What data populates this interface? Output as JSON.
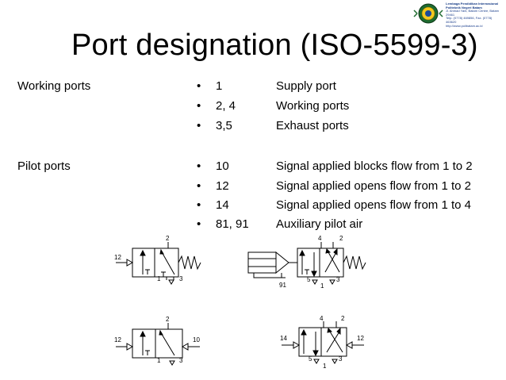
{
  "title": "Port designation (ISO-5599-3)",
  "header": {
    "org_lines": [
      "Lembaga Pendidikan Internasional",
      "Politeknik Negeri Batam",
      "Jl. Ahmad Yani, Batam Centre, Batam 29461",
      "Telp. (0778) 469856, Fax. (0778) 463620",
      "http://www.polibatam.ac.id"
    ],
    "logo_icon": "institution-emblem-icon"
  },
  "sections": [
    {
      "label": "Working ports",
      "items": [
        {
          "code": "1",
          "description": "Supply port"
        },
        {
          "code": "2, 4",
          "description": "Working ports"
        },
        {
          "code": "3,5",
          "description": "Exhaust ports"
        }
      ]
    },
    {
      "label": "Pilot ports",
      "items": [
        {
          "code": "10",
          "description": "Signal applied blocks flow from 1 to 2"
        },
        {
          "code": "12",
          "description": "Signal applied opens flow from 1 to 2"
        },
        {
          "code": "14",
          "description": "Signal applied opens flow from 1 to 4"
        },
        {
          "code": "81, 91",
          "description": "Auxiliary pilot air"
        }
      ]
    }
  ],
  "bullet": "•",
  "diagram_labels": {
    "valve_a": {
      "p12": "12",
      "p2": "2",
      "p1": "1",
      "p3": "3"
    },
    "valve_b": {
      "p4": "4",
      "p2": "2",
      "p5": "5",
      "p1": "1",
      "p3": "3",
      "p91": "91"
    },
    "valve_c": {
      "p12": "12",
      "p10": "10",
      "p2": "2",
      "p1": "1",
      "p3": "3"
    },
    "valve_d": {
      "p14": "14",
      "p12": "12",
      "p4": "4",
      "p2": "2",
      "p5": "5",
      "p1": "1",
      "p3": "3"
    }
  }
}
